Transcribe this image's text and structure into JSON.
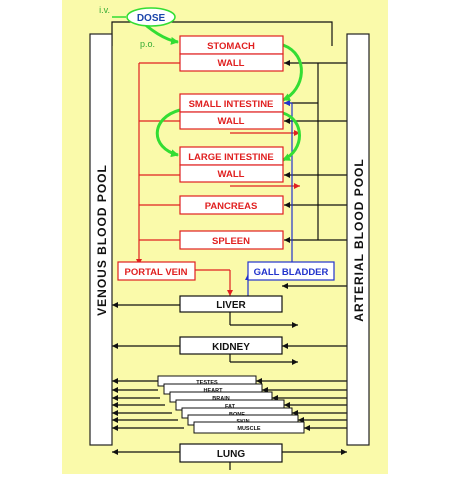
{
  "dose": "DOSE",
  "route_iv": "i.v.",
  "route_po": "p.o.",
  "venous_pool": "VENOUS BLOOD POOL",
  "arterial_pool": "ARTERIAL BLOOD POOL",
  "gi": {
    "stomach": "STOMACH",
    "stomach_wall": "WALL",
    "small_intestine": "SMALL INTESTINE",
    "small_intestine_wall": "WALL",
    "large_intestine": "LARGE INTESTINE",
    "large_intestine_wall": "WALL"
  },
  "pancreas": "PANCREAS",
  "spleen": "SPLEEN",
  "portal_vein": "PORTAL VEIN",
  "gall_bladder": "GALL BLADDER",
  "liver": "LIVER",
  "kidney": "KIDNEY",
  "stacked_tissues": [
    "TESTES",
    "HEART",
    "BRAIN",
    "FAT",
    "BONE",
    "SKIN",
    "MUSCLE"
  ],
  "lung": "LUNG",
  "colors": {
    "background": "#fafaaa",
    "gi_red": "#e02020",
    "absorption_green": "#33dd33",
    "bile_blue": "#2233cc",
    "flow_black": "#111111"
  }
}
